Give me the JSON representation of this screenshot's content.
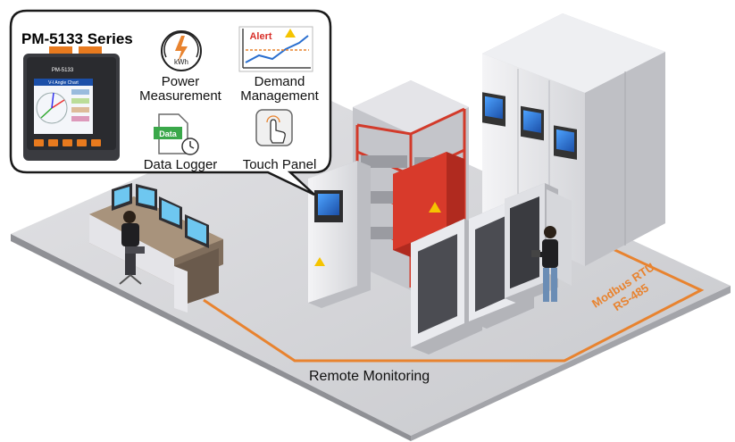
{
  "callout": {
    "product_title": "PM-5133 Series",
    "device_brand": "PM-5133",
    "screen_header": "V-I Angle Chart",
    "features": [
      {
        "label_line1": "Power",
        "label_line2": "Measurement",
        "icon": "power-meter-icon",
        "icon_text": "kWh"
      },
      {
        "label_line1": "Demand",
        "label_line2": "Management",
        "icon": "alert-chart-icon",
        "icon_text": "Alert"
      },
      {
        "label_line1": "Data Logger",
        "label_line2": "",
        "icon": "data-logger-icon",
        "icon_text": "Data"
      },
      {
        "label_line1": "Touch Panel",
        "label_line2": "",
        "icon": "touch-panel-icon",
        "icon_text": ""
      }
    ]
  },
  "connections": {
    "remote_monitoring": "Remote Monitoring",
    "modbus_line1": "Modbus RTU",
    "modbus_line2": "RS-485"
  },
  "colors": {
    "cable": "#e8832f",
    "floor": "#d3d3d6",
    "floor_edge": "#8a8b90",
    "callout_border": "#1a1a1a",
    "panel_red": "#d83a2b",
    "cabinet": "#e9eaee"
  }
}
